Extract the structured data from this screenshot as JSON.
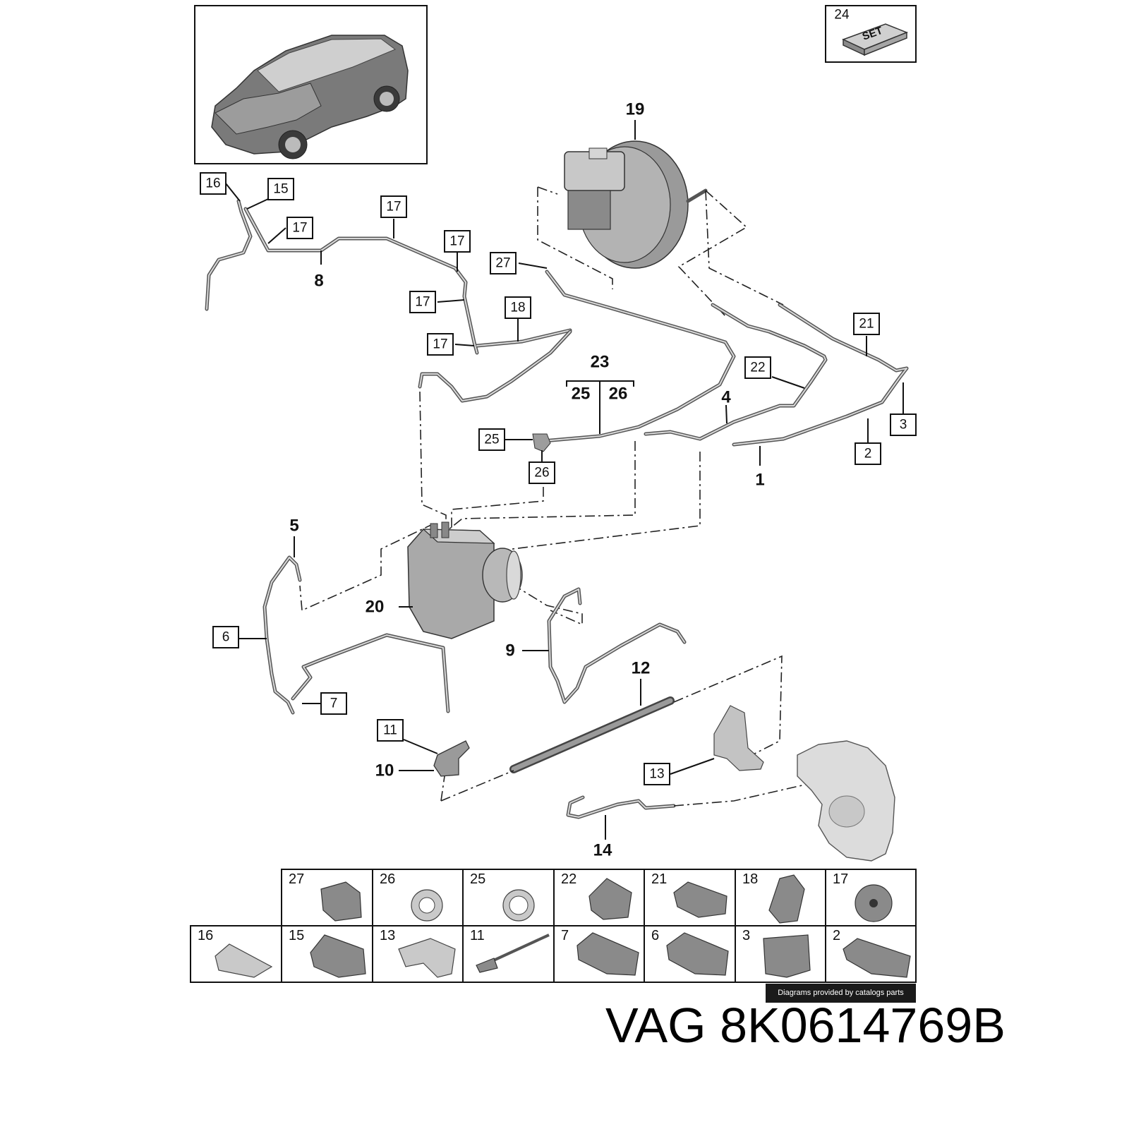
{
  "set_box": {
    "number": "24",
    "label": "SET"
  },
  "callouts": {
    "n1": "1",
    "n2": "2",
    "n3": "3",
    "n4": "4",
    "n5": "5",
    "n6": "6",
    "n7": "7",
    "n8": "8",
    "n9": "9",
    "n10": "10",
    "n11": "11",
    "n12": "12",
    "n13": "13",
    "n14": "14",
    "n15": "15",
    "n16": "16",
    "n17": "17",
    "n18": "18",
    "n19": "19",
    "n20": "20",
    "n21": "21",
    "n22": "22",
    "n23": "23",
    "n25": "25",
    "n26": "26",
    "n27": "27"
  },
  "parts_grid": {
    "row1": [
      "27",
      "26",
      "25",
      "22",
      "21",
      "18",
      "17"
    ],
    "row2": [
      "16",
      "15",
      "13",
      "11",
      "7",
      "6",
      "3",
      "2"
    ]
  },
  "credit": "Diagrams provided by catalogs parts",
  "part_number": "VAG 8K0614769B"
}
